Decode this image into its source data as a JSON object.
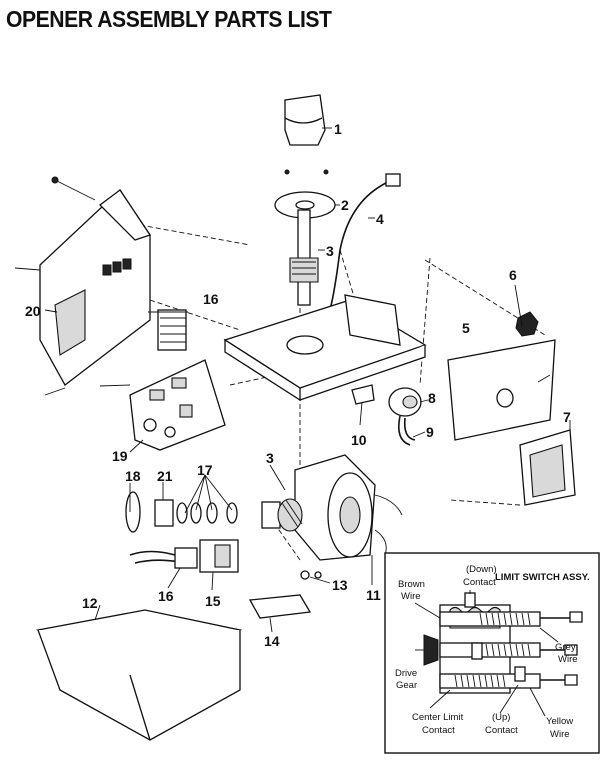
{
  "title": "OPENER ASSEMBLY PARTS LIST",
  "callouts": [
    {
      "id": "c1",
      "label": "1"
    },
    {
      "id": "c2",
      "label": "2"
    },
    {
      "id": "c3a",
      "label": "3"
    },
    {
      "id": "c3b",
      "label": "3"
    },
    {
      "id": "c4",
      "label": "4"
    },
    {
      "id": "c5",
      "label": "5"
    },
    {
      "id": "c6",
      "label": "6"
    },
    {
      "id": "c7",
      "label": "7"
    },
    {
      "id": "c8",
      "label": "8"
    },
    {
      "id": "c9",
      "label": "9"
    },
    {
      "id": "c10",
      "label": "10"
    },
    {
      "id": "c11",
      "label": "11"
    },
    {
      "id": "c12",
      "label": "12"
    },
    {
      "id": "c13",
      "label": "13"
    },
    {
      "id": "c14",
      "label": "14"
    },
    {
      "id": "c15",
      "label": "15"
    },
    {
      "id": "c16a",
      "label": "16"
    },
    {
      "id": "c16b",
      "label": "16"
    },
    {
      "id": "c17",
      "label": "17"
    },
    {
      "id": "c18",
      "label": "18"
    },
    {
      "id": "c19",
      "label": "19"
    },
    {
      "id": "c20",
      "label": "20"
    },
    {
      "id": "c21",
      "label": "21"
    }
  ],
  "inset": {
    "title": "LIMIT SWITCH ASSY.",
    "labels": {
      "down_contact_1": "(Down)",
      "down_contact_2": "Contact",
      "brown_wire_1": "Brown",
      "brown_wire_2": "Wire",
      "grey_wire_1": "Grey",
      "grey_wire_2": "Wire",
      "drive_gear_1": "Drive",
      "drive_gear_2": "Gear",
      "center_limit_1": "Center Limit",
      "center_limit_2": "Contact",
      "up_contact_1": "(Up)",
      "up_contact_2": "Contact",
      "yellow_wire_1": "Yellow",
      "yellow_wire_2": "Wire"
    }
  }
}
